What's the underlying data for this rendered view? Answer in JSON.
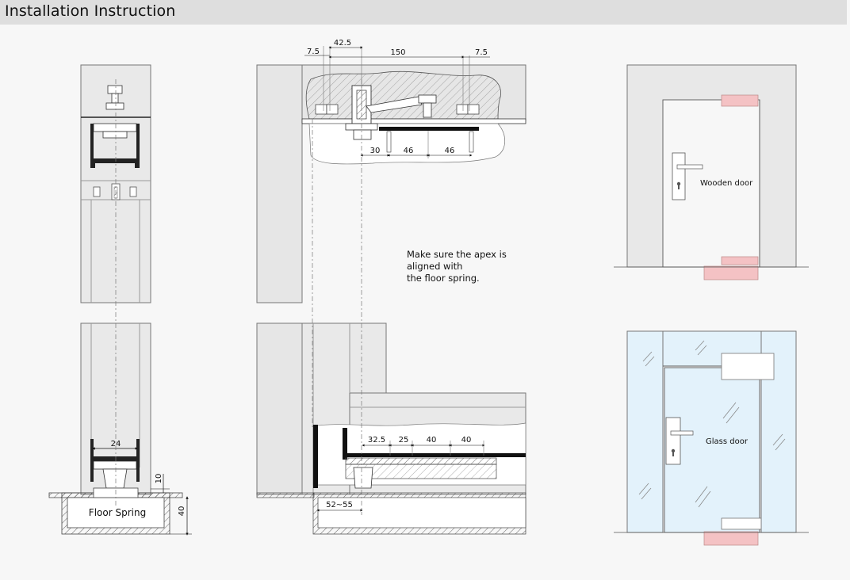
{
  "header": {
    "title": "Installation Instruction"
  },
  "dimensions": {
    "top": {
      "d1": "7.5",
      "d2": "42.5",
      "d3": "150",
      "d4": "7.5",
      "d5": "30",
      "d6": "46",
      "d7": "46"
    },
    "bottom": {
      "d1": "32.5",
      "d2": "25",
      "d3": "40",
      "d4": "40",
      "d5": "52~55"
    },
    "left": {
      "width": "24",
      "gap": "10",
      "depth": "40"
    }
  },
  "labels": {
    "floor_spring": "Floor Spring",
    "note_line1": "Make sure the apex is",
    "note_line2": "aligned with",
    "note_line3": "the floor spring.",
    "wooden_door": "Wooden door",
    "glass_door": "Glass door"
  },
  "colors": {
    "pink": "#f4c2c4",
    "glass": "#e3f2fb",
    "panel": "#e6e6e6"
  }
}
